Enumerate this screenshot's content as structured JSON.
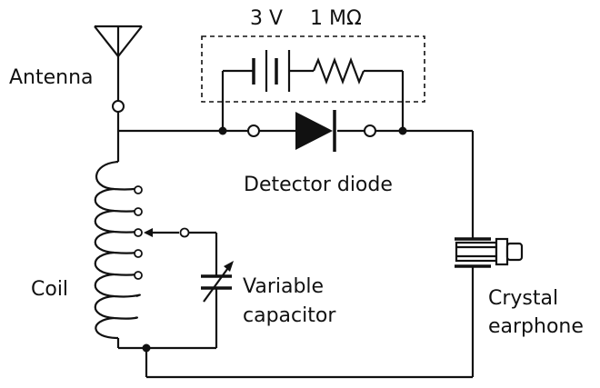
{
  "labels": {
    "battery_voltage": "3 V",
    "resistor_value": "1 MΩ",
    "antenna": "Antenna",
    "detector_diode": "Detector diode",
    "coil": "Coil",
    "variable_capacitor_line1": "Variable",
    "variable_capacitor_line2": "capacitor",
    "crystal_earphone_line1": "Crystal",
    "crystal_earphone_line2": "earphone"
  }
}
